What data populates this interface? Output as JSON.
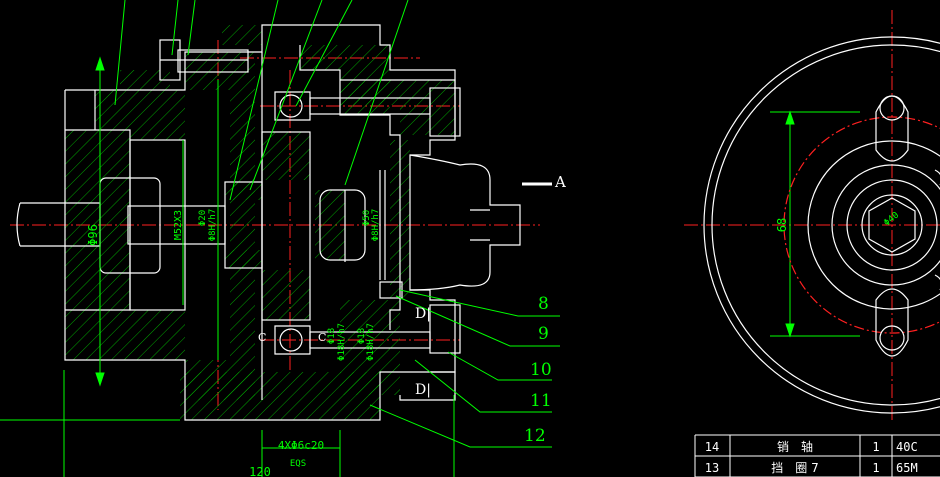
{
  "colors": {
    "background": "#000000",
    "outline": "#ffffff",
    "leader": "#00ff00",
    "hatch": "#00c800",
    "centerline": "#ff2020",
    "dimension": "#00ff00",
    "annotation": "#ffffff"
  },
  "dimensions": {
    "bore_dia": "Φ96",
    "thread": "M52X3",
    "fit_1": "Φ20",
    "fit_1_tol": "Φ8H/h7",
    "fit_2": "Φ50",
    "fit_2_tol": "Φ8H/h7",
    "fit_3": "Φ18",
    "fit_3_tol": "Φ18H/h7",
    "fit_4": "Φ18",
    "fit_4_tol": "Φ18H/h7",
    "slot": "4XΦ6c20",
    "slot_sub": "EQS",
    "width": "120",
    "side_dia": "68",
    "hex": "Φ40"
  },
  "callouts": [
    "8",
    "9",
    "10",
    "11",
    "12"
  ],
  "markers": {
    "view_A": "A",
    "section_D_top": "D|",
    "section_D_bottom": "D|",
    "c_left": "C",
    "c_right": "C"
  },
  "bom": [
    {
      "no": "14",
      "name": "销　轴",
      "qty": "1",
      "mat": "40C"
    },
    {
      "no": "13",
      "name": "挡　圈 7",
      "qty": "1",
      "mat": "65M"
    }
  ]
}
